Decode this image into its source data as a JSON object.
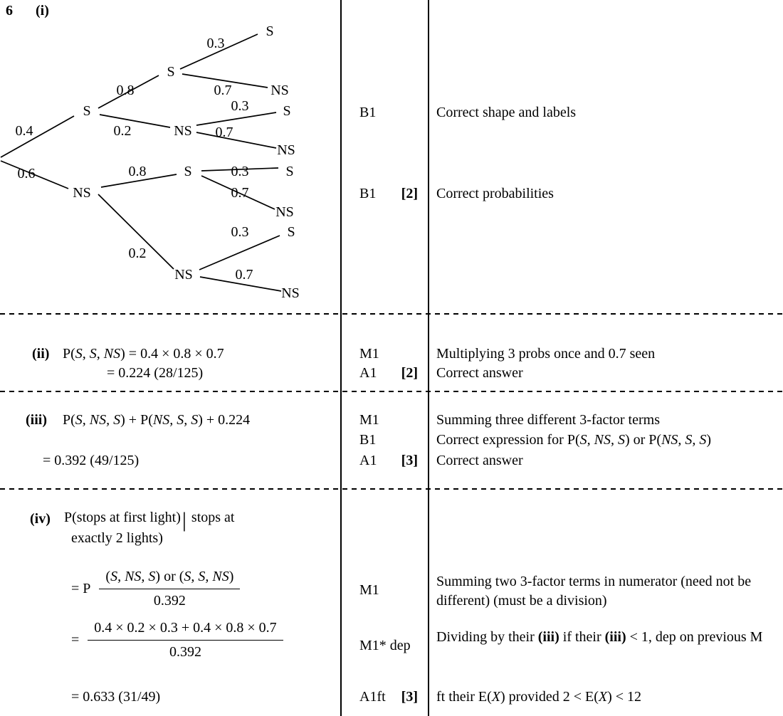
{
  "header": {
    "question_number": "6",
    "part_label": "(i)"
  },
  "tree": {
    "labels": [
      "S",
      "0.3",
      "S",
      "0.8",
      "0.7",
      "NS",
      "S",
      "0.3",
      "S",
      "0.4",
      "0.2",
      "NS",
      "0.7",
      "NS",
      "0.6",
      "0.8",
      "S",
      "0.3",
      "S",
      "NS",
      "0.7",
      "NS",
      "0.3",
      "S",
      "0.2",
      "NS",
      "0.7",
      "NS"
    ]
  },
  "section_i": {
    "mark1": {
      "code": "B1",
      "tag": "",
      "desc": "Correct shape and labels"
    },
    "mark2": {
      "code": "B1",
      "tag": "[2]",
      "desc": "Correct probabilities"
    }
  },
  "section_ii": {
    "label": "(ii)",
    "expression_segs": [
      {
        "t": "P("
      },
      {
        "t": "S, S, NS",
        "c": "i"
      },
      {
        "t": ") = 0.4 × 0.8 × 0.7"
      }
    ],
    "result": "= 0.224 (28/125)",
    "mark1": {
      "code": "M1",
      "tag": "",
      "desc": "Multiplying 3 probs once and 0.7 seen"
    },
    "mark2": {
      "code": "A1",
      "tag": "[2]",
      "desc": "Correct answer"
    }
  },
  "section_iii": {
    "label": "(iii)",
    "expression_segs": [
      {
        "t": "P("
      },
      {
        "t": "S, NS, S",
        "c": "i"
      },
      {
        "t": ") + P("
      },
      {
        "t": "NS, S, S",
        "c": "i"
      },
      {
        "t": ") + 0.224"
      }
    ],
    "result": "= 0.392 (49/125)",
    "mark1": {
      "code": "M1",
      "tag": "",
      "desc": "Summing three different 3-factor terms"
    },
    "mark2": {
      "code": "B1",
      "tag": "",
      "desc_segs": [
        {
          "t": "Correct expression for P("
        },
        {
          "t": "S, NS, S",
          "c": "i"
        },
        {
          "t": ") or P("
        },
        {
          "t": "NS, S, S",
          "c": "i"
        },
        {
          "t": ")"
        }
      ]
    },
    "mark3": {
      "code": "A1",
      "tag": "[3]",
      "desc": "Correct answer"
    }
  },
  "section_iv": {
    "label": "(iv)",
    "line1_segs": [
      {
        "t": "P(stops at first light)"
      },
      {
        "t": "|",
        "c": "cbar"
      },
      {
        "t": " stops at"
      }
    ],
    "line2": "exactly 2 lights)",
    "eq1_lhs": "= P",
    "frac1_num_segs": [
      {
        "t": "("
      },
      {
        "t": "S, NS, S",
        "c": "i"
      },
      {
        "t": ") or ("
      },
      {
        "t": "S, S, NS",
        "c": "i"
      },
      {
        "t": ")"
      }
    ],
    "frac1_den": "0.392",
    "eq2_lhs": "=",
    "frac2_num": "0.4 × 0.2 × 0.3 + 0.4 × 0.8 × 0.7",
    "frac2_den": "0.392",
    "result": "= 0.633 (31/49)",
    "mark1": {
      "code": "M1",
      "tag": "",
      "desc": "Summing two 3-factor terms in numerator (need not be different) (must be a division)"
    },
    "mark2": {
      "code": "M1* dep",
      "tag": "",
      "desc_segs": [
        {
          "t": "Dividing by their "
        },
        {
          "t": "(iii)",
          "c": "b"
        },
        {
          "t": " if their "
        },
        {
          "t": "(iii)",
          "c": "b"
        },
        {
          "t": " < 1, dep on previous M"
        }
      ]
    },
    "mark3": {
      "code": "A1ft",
      "tag": "[3]",
      "desc_segs": [
        {
          "t": "ft their E("
        },
        {
          "t": "X",
          "c": "i"
        },
        {
          "t": ") provided 2 < E("
        },
        {
          "t": "X",
          "c": "i"
        },
        {
          "t": ") < 12"
        }
      ]
    }
  }
}
